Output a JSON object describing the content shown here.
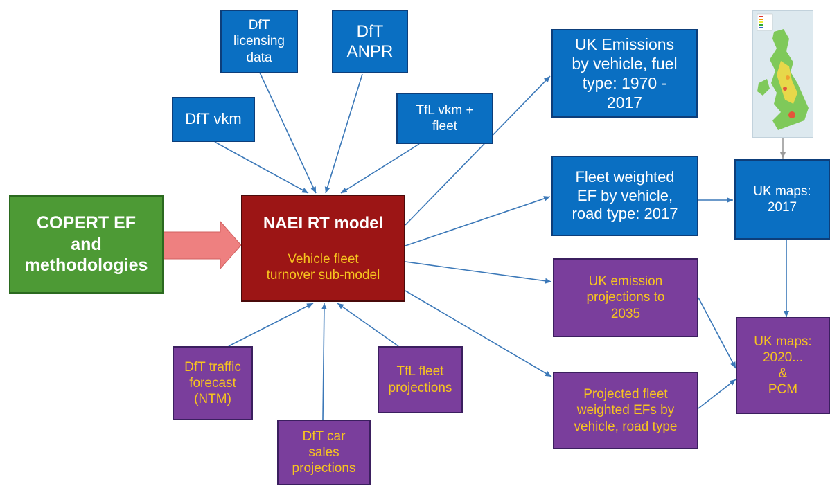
{
  "inputs_top": {
    "licensing": "DfT\nlicensing\ndata",
    "anpr": "DfT\nANPR",
    "vkm": "DfT vkm",
    "tfl_vkm": "TfL vkm +\nfleet"
  },
  "copert": "COPERT EF\nand\nmethodologies",
  "model": {
    "title": "NAEI RT model",
    "sub": "Vehicle fleet\nturnover sub-model"
  },
  "inputs_bottom": {
    "traffic": "DfT traffic\nforecast\n(NTM)",
    "car_sales": "DfT car\nsales\nprojections",
    "tfl_fleet": "TfL fleet\nprojections"
  },
  "outputs": {
    "emissions": "UK Emissions\nby vehicle, fuel\ntype: 1970 -\n2017",
    "fleet_ef": "Fleet weighted\nEF by vehicle,\nroad type: 2017",
    "projections": "UK emission\nprojections to\n2035",
    "projected_ef": "Projected fleet\nweighted EFs by\nvehicle, road type"
  },
  "maps": {
    "maps_2017": "UK maps:\n2017",
    "maps_2020": "UK maps:\n2020...\n&\nPCM"
  },
  "colors": {
    "blue": "#0a6fc2",
    "purple": "#7a3e9c",
    "green": "#4d9a35",
    "red": "#9c1515",
    "yellow_text": "#f7c41f",
    "arrow": "#3b78b8",
    "big_arrow": "#ee8080"
  }
}
